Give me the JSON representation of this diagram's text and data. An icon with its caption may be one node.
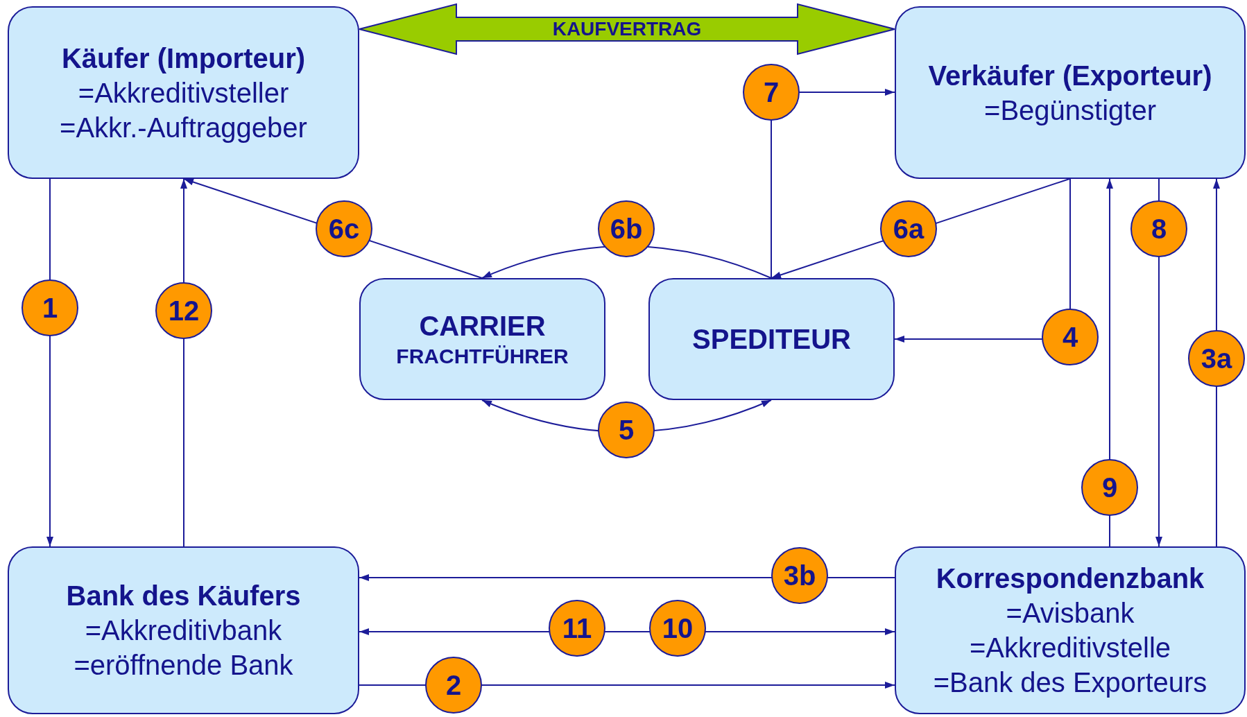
{
  "diagram": {
    "nodes": [
      {
        "text": [
          "Käufer (Importeur)",
          "=Akkreditivsteller",
          "=Akkr.-Auftraggeber"
        ]
      },
      {
        "text": [
          "Verkäufer (Exporteur)",
          "=Begünstigter"
        ]
      },
      {
        "text": [
          "CARRIER",
          "FRACHTFÜHRER"
        ]
      },
      {
        "text": [
          "SPEDITEUR"
        ]
      },
      {
        "text": [
          "Bank des Käufers",
          "=Akkreditivbank",
          "=eröffnende Bank"
        ]
      },
      {
        "text": [
          "Korrespondenzbank",
          "=Avisbank",
          "=Akkreditivstelle",
          "=Bank des Exporteurs"
        ]
      }
    ],
    "edges": [
      {
        "from": 0,
        "to": 1,
        "arrow": "both",
        "label": "KAUFVERTRAG",
        "style": "thick",
        "color": "#99cc00"
      },
      {
        "from": 0,
        "to": 4,
        "arrow": "to",
        "label": "1"
      },
      {
        "from": 4,
        "to": 5,
        "arrow": "to",
        "label": "2"
      },
      {
        "from": 5,
        "to": 1,
        "arrow": "to",
        "label": "3a"
      },
      {
        "from": 5,
        "to": 4,
        "arrow": "to",
        "label": "3b"
      },
      {
        "from": 1,
        "to": 3,
        "arrow": "to",
        "label": "4"
      },
      {
        "from": 2,
        "to": 3,
        "arrow": "both",
        "label": "5"
      },
      {
        "from": 1,
        "to": 3,
        "arrow": "to",
        "label": "6a"
      },
      {
        "from": 3,
        "to": 2,
        "arrow": "to",
        "label": "6b"
      },
      {
        "from": 2,
        "to": 0,
        "arrow": "to",
        "label": "6c"
      },
      {
        "from": 3,
        "to": 1,
        "arrow": "to",
        "label": "7"
      },
      {
        "from": 1,
        "to": 5,
        "arrow": "to",
        "label": "8"
      },
      {
        "from": 5,
        "to": 1,
        "arrow": "to",
        "label": "9"
      },
      {
        "from": 4,
        "to": 5,
        "arrow": "to",
        "label": "10"
      },
      {
        "from": 5,
        "to": 4,
        "arrow": "to",
        "label": "11"
      },
      {
        "from": 4,
        "to": 0,
        "arrow": "to",
        "label": "12"
      }
    ]
  }
}
